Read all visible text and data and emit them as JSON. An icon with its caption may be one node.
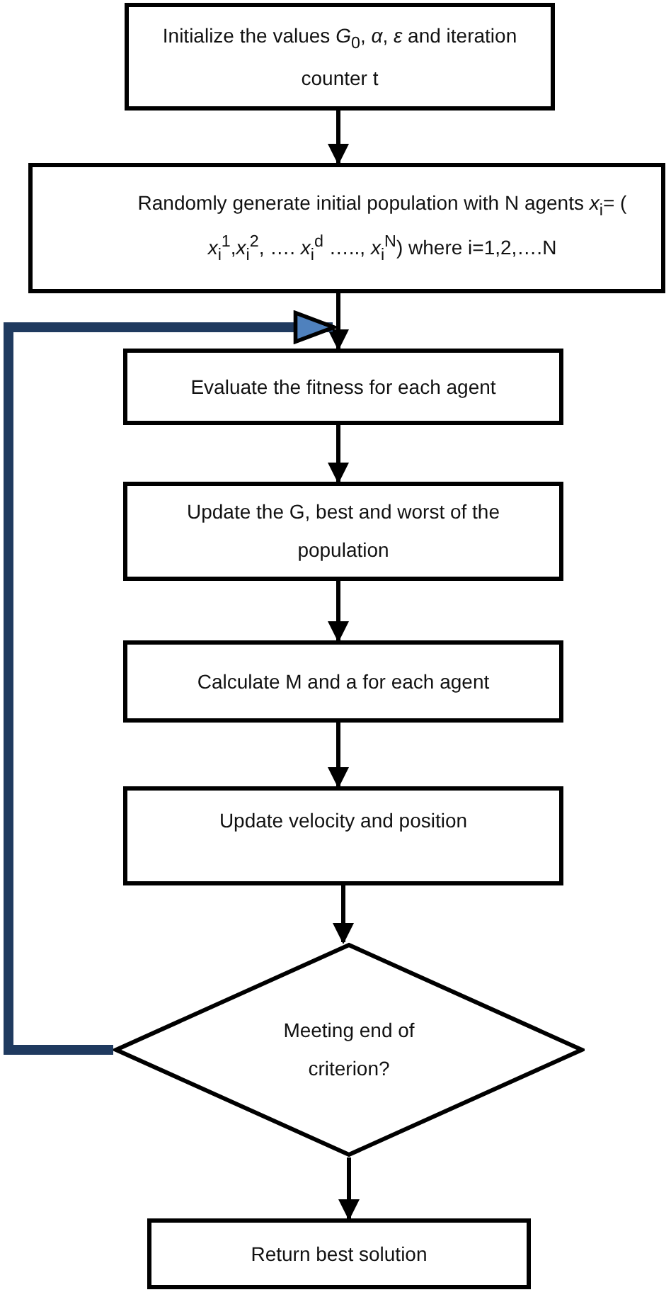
{
  "diagram": {
    "nodes": [
      {
        "text": [
          "Initialize the values *G*$_{0}$, *α*, *ε* and iteration counter t"
        ]
      },
      {
        "text": [
          "Randomly generate initial population with N agents *x*$_{i}$= ( *x*$_{i}$$^{1}$,*x*$_{i}$$^{2}$, …. *x*$_{i}$$^{d}$ ….., *x*$_{i}$$^{N}$)   where i=1,2,….N"
        ]
      },
      {
        "text": [
          "Evaluate the fitness for each agent"
        ]
      },
      {
        "text": [
          "Update the G, best and worst of the population"
        ]
      },
      {
        "text": [
          "Calculate M and a for each agent"
        ]
      },
      {
        "text": [
          "Update velocity and position"
        ]
      },
      {
        "text": [
          "Meeting end of criterion?"
        ]
      },
      {
        "text": [
          "Return best solution"
        ]
      }
    ],
    "edges": [
      {
        "from": 0,
        "to": 1,
        "arrow": "to"
      },
      {
        "from": 1,
        "to": 2,
        "arrow": "to"
      },
      {
        "from": 2,
        "to": 3,
        "arrow": "to"
      },
      {
        "from": 3,
        "to": 4,
        "arrow": "to"
      },
      {
        "from": 4,
        "to": 5,
        "arrow": "to"
      },
      {
        "from": 5,
        "to": 6,
        "arrow": "to"
      },
      {
        "from": 6,
        "to": 7,
        "arrow": "to"
      },
      {
        "from": 6,
        "to": 2,
        "arrow": "to",
        "style": "thick",
        "color": "#1f3a5f"
      }
    ]
  }
}
